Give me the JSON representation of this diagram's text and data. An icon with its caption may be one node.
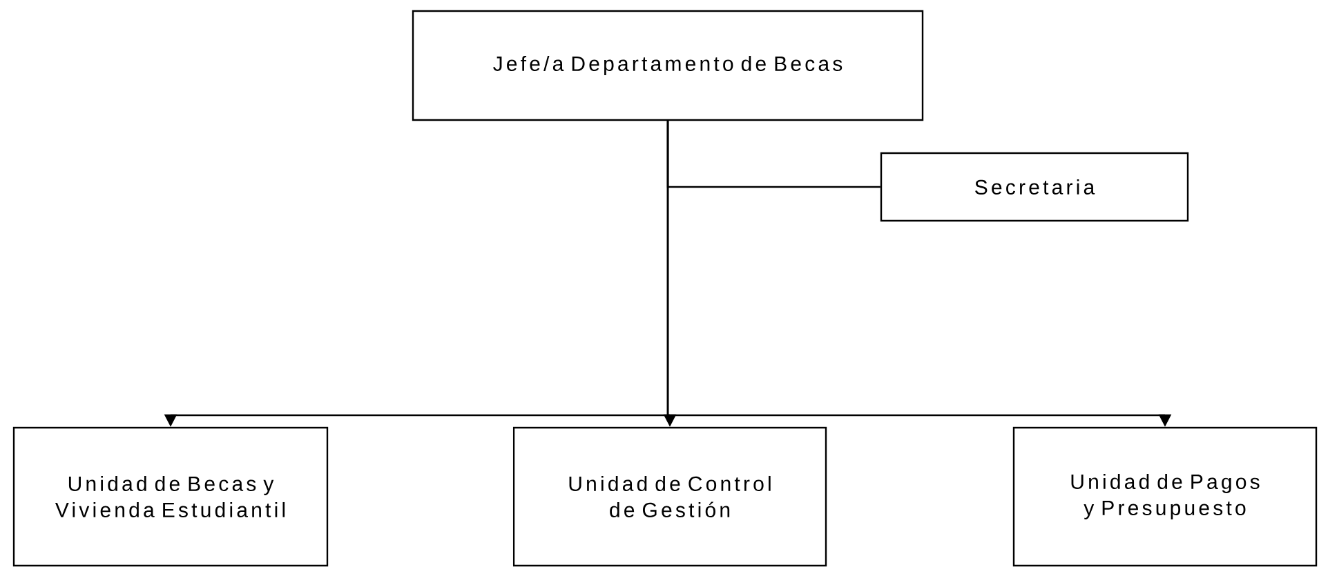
{
  "diagram": {
    "nodes": [
      {
        "text": [
          "Jefe/a Departamento de Becas"
        ]
      },
      {
        "text": [
          "Secretaria"
        ]
      },
      {
        "text": [
          "Unidad de Becas y Vivienda Estudiantil"
        ]
      },
      {
        "text": [
          "Unidad de Control de Gestión"
        ]
      },
      {
        "text": [
          "Unidad de Pagos y Presupuesto"
        ]
      }
    ],
    "edges": [
      {
        "from": 0,
        "to": 1,
        "arrow": "none"
      },
      {
        "from": 0,
        "to": 2,
        "arrow": "to"
      },
      {
        "from": 0,
        "to": 3,
        "arrow": "to"
      },
      {
        "from": 0,
        "to": 4,
        "arrow": "to"
      }
    ]
  }
}
